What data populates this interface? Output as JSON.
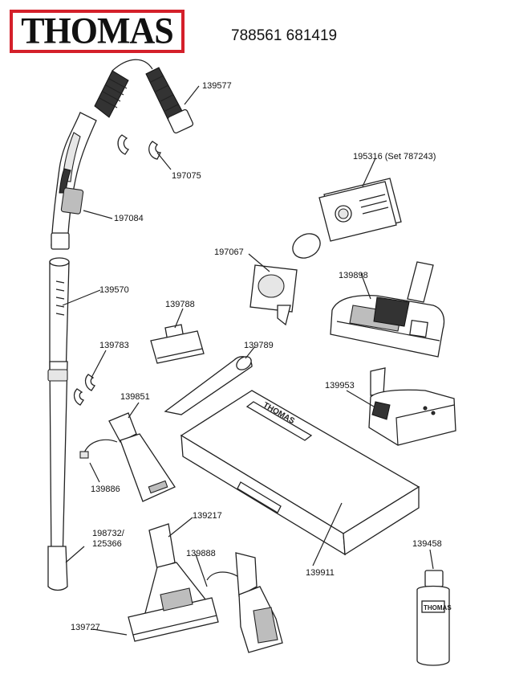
{
  "header": {
    "brand": "THOMAS",
    "model_numbers": "788561 681419"
  },
  "parts": [
    {
      "id": "139577",
      "name": "part-139577"
    },
    {
      "id": "197075",
      "name": "part-197075"
    },
    {
      "id": "197084",
      "name": "part-197084"
    },
    {
      "id": "195316 (Set 787243)",
      "name": "part-195316"
    },
    {
      "id": "197067",
      "name": "part-197067"
    },
    {
      "id": "139570",
      "name": "part-139570"
    },
    {
      "id": "139898",
      "name": "part-139898"
    },
    {
      "id": "139788",
      "name": "part-139788"
    },
    {
      "id": "139783",
      "name": "part-139783"
    },
    {
      "id": "139789",
      "name": "part-139789"
    },
    {
      "id": "139851",
      "name": "part-139851"
    },
    {
      "id": "139953",
      "name": "part-139953"
    },
    {
      "id": "139886",
      "name": "part-139886"
    },
    {
      "id": "139217",
      "name": "part-139217"
    },
    {
      "id": "198732/\n125366",
      "name": "part-198732"
    },
    {
      "id": "139888",
      "name": "part-139888"
    },
    {
      "id": "139911",
      "name": "part-139911"
    },
    {
      "id": "139458",
      "name": "part-139458"
    },
    {
      "id": "139727",
      "name": "part-139727"
    }
  ],
  "box_brand": "THOMAS",
  "bottle_brand": "THOMAS",
  "nozzle_brand": "THOMAS"
}
